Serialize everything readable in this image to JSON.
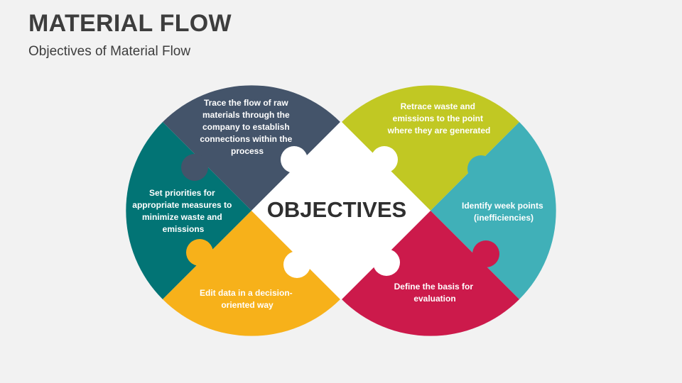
{
  "header": {
    "title": "MATERIAL FLOW",
    "subtitle": "Objectives of Material Flow"
  },
  "diagram": {
    "center_label": "OBJECTIVES",
    "segments": [
      {
        "id": "top-left",
        "color": "#44546a",
        "lines": [
          "Trace the flow of raw",
          "materials through the",
          "company to establish",
          "connections within the",
          "process"
        ]
      },
      {
        "id": "left",
        "color": "#027475",
        "lines": [
          "Set priorities for",
          "appropriate measures to",
          "minimize waste and",
          "emissions"
        ]
      },
      {
        "id": "bottom-left",
        "color": "#f7b11a",
        "lines": [
          "Edit data in a decision-",
          "oriented way"
        ]
      },
      {
        "id": "top-right",
        "color": "#c1c823",
        "lines": [
          "Retrace waste and",
          "emissions to the point",
          "where they are generated"
        ]
      },
      {
        "id": "right",
        "color": "#40b0b8",
        "lines": [
          "Identify week points",
          "(inefficiencies)"
        ]
      },
      {
        "id": "bottom-right",
        "color": "#cc1a4b",
        "lines": [
          "Define the basis for",
          "evaluation"
        ]
      }
    ]
  }
}
